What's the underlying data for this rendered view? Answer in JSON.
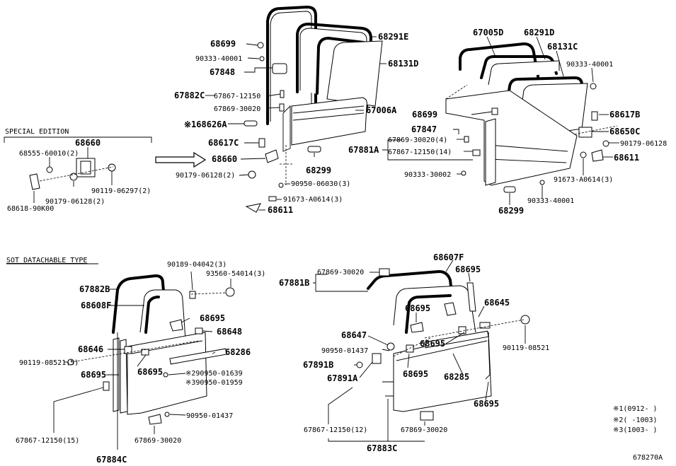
{
  "sections": {
    "special_edition": "SPECIAL EDITION",
    "sot_detachable": "SOT DATACHABLE TYPE"
  },
  "labels": {
    "p68699_a": "68699",
    "p90333_40001_a": "90333-40001",
    "p67848": "67848",
    "p67882C": "67882C",
    "p67867_12150_a": "67867-12150",
    "p67869_30020_a": "67869-30020",
    "p68626A": "※168626A",
    "p68617C": "68617C",
    "p68660_b": "68660",
    "p90179_06128_a": "90179-06128(2)",
    "p68291E": "68291E",
    "p68131D": "68131D",
    "p67006A": "67006A",
    "p68299_a": "68299",
    "p90950_06030": "90950-06030(3)",
    "p91673_A0614_a": "91673-A0614(3)",
    "p68611_a": "68611",
    "p68660_a": "68660",
    "p68555": "68555-60010(2)",
    "p90119_06297": "90119-06297(2)",
    "p90179_06128_b": "90179-06128(2)",
    "p68618": "68618-90K00",
    "p67005D": "67005D",
    "p68291D": "68291D",
    "p68131C": "68131C",
    "p90333_40001_b": "90333-40001",
    "p68699_b": "68699",
    "p67847": "67847",
    "p67869_30020_b": "67869-30020(4)",
    "p67881A": "67881A",
    "p67867_12150_b": "67867-12150(14)",
    "p90333_30002": "90333-30002",
    "p68617B": "68617B",
    "p68650C": "68650C",
    "p90179_06128_c": "90179-06128",
    "p68611_b": "68611",
    "p91673_A0614_b": "91673-A0614(3)",
    "p90333_40001_c": "90333-40001",
    "p68299_b": "68299",
    "p90189_04042": "90189-04042(3)",
    "p93560_54014": "93560-54014(3)",
    "p67882B": "67882B",
    "p68608F": "68608F",
    "p68695_a": "68695",
    "p68648": "68648",
    "p68646": "68646",
    "p68286": "68286",
    "p90119_08521_a": "90119-08521(5)",
    "p68695_b": "68695",
    "p90950_01639": "※290950-01639",
    "p68695_c": "68695",
    "p90950_01959": "※390950-01959",
    "p90950_01437_a": "90950-01437",
    "p67867_12150_c": "67867-12150(15)",
    "p67869_30020_c": "67869-30020",
    "p67884C": "67884C",
    "p67869_30020_d": "67869-30020",
    "p67881B": "67881B",
    "p68607F": "68607F",
    "p68695_d": "68695",
    "p68695_e": "68695",
    "p68645": "68645",
    "p68647": "68647",
    "p68695_f": "68695",
    "p90950_01437_b": "90950-01437",
    "p90119_08521_b": "90119-08521",
    "p67891B": "67891B",
    "p68695_g": "68695",
    "p67891A": "67891A",
    "p68285": "68285",
    "p68695_h": "68695",
    "p67867_12150_d": "67867-12150(12)",
    "p67869_30020_e": "67869-30020",
    "p67883C": "67883C"
  },
  "notes": {
    "n1": "※1(0912-   )",
    "n2": "※2(   -1003)",
    "n3": "※3(1003-   )"
  },
  "diagram_id": "678270A"
}
